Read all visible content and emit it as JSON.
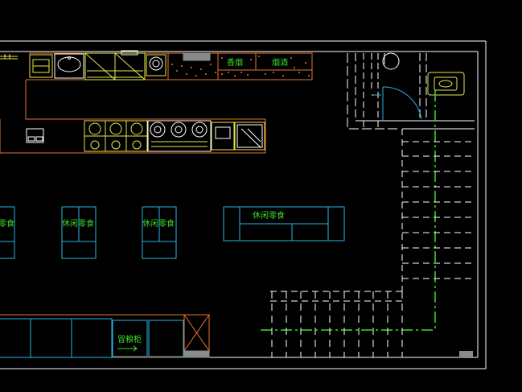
{
  "drawing": {
    "background": "#000000",
    "colors": {
      "frame": "#ffffff",
      "orange": "#e8762b",
      "yellow": "#e8e84a",
      "cyan": "#29b6e6",
      "green": "#3ddc2a",
      "gray": "#8a8a8a"
    },
    "labels": {
      "snack_1": "零食",
      "snack_2": "休闲零食",
      "snack_3": "休闲零食",
      "snack_4": "休闲零食",
      "fridge": "冒粮柜",
      "shelf_a": "香烟",
      "shelf_b": "烟酒"
    }
  }
}
